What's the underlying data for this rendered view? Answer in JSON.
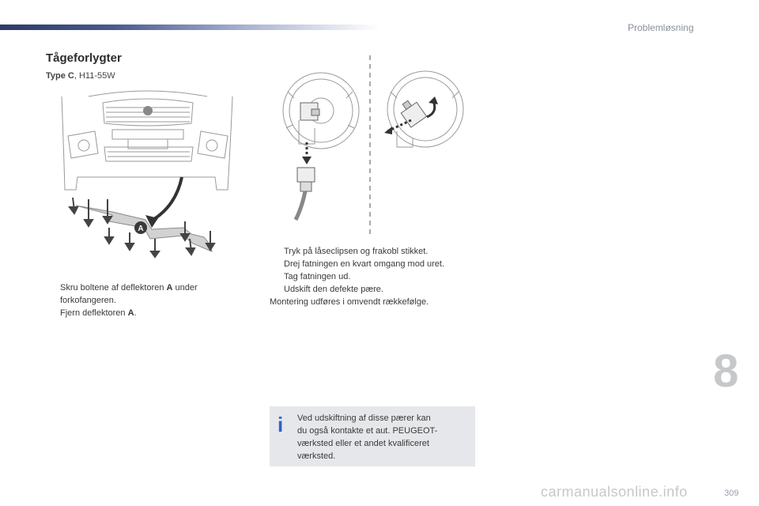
{
  "header": {
    "section": "Problemløsning"
  },
  "title": "Tågeforlygter",
  "type_line": {
    "bold": "Type C",
    "rest": ", H11-55W"
  },
  "figure_left": {
    "callout": "A"
  },
  "left_steps": [
    {
      "icon": "checkbox-bullet",
      "pre": "Skru boltene af deflektoren ",
      "bold": "A",
      "post": " under",
      "line2": "forkofangeren."
    },
    {
      "icon": "checkbox-bullet",
      "pre": "Fjern deflektoren ",
      "bold": "A",
      "post": "."
    }
  ],
  "right_steps": [
    "Tryk på låseclipsen og frakobl stikket.",
    "Drej fatningen en kvart omgang mod uret.",
    "Tag fatningen ud.",
    "Udskift den defekte pære."
  ],
  "right_note": "Montering udføres i omvendt rækkefølge.",
  "info_box": {
    "icon": "info-icon",
    "lines": [
      "Ved udskiftning af disse pærer kan",
      "du også kontakte et aut. PEUGEOT-",
      "værksted eller et andet kvalificeret",
      "værksted."
    ]
  },
  "chapter_number": "8",
  "page_number": "309",
  "watermark": "carmanualsonline.info",
  "bullet_glyph": "",
  "info_glyph": "i",
  "colors": {
    "accent": "#2d3a66",
    "info": "#2f5fc7",
    "infobox_bg": "#e6e7ea"
  }
}
